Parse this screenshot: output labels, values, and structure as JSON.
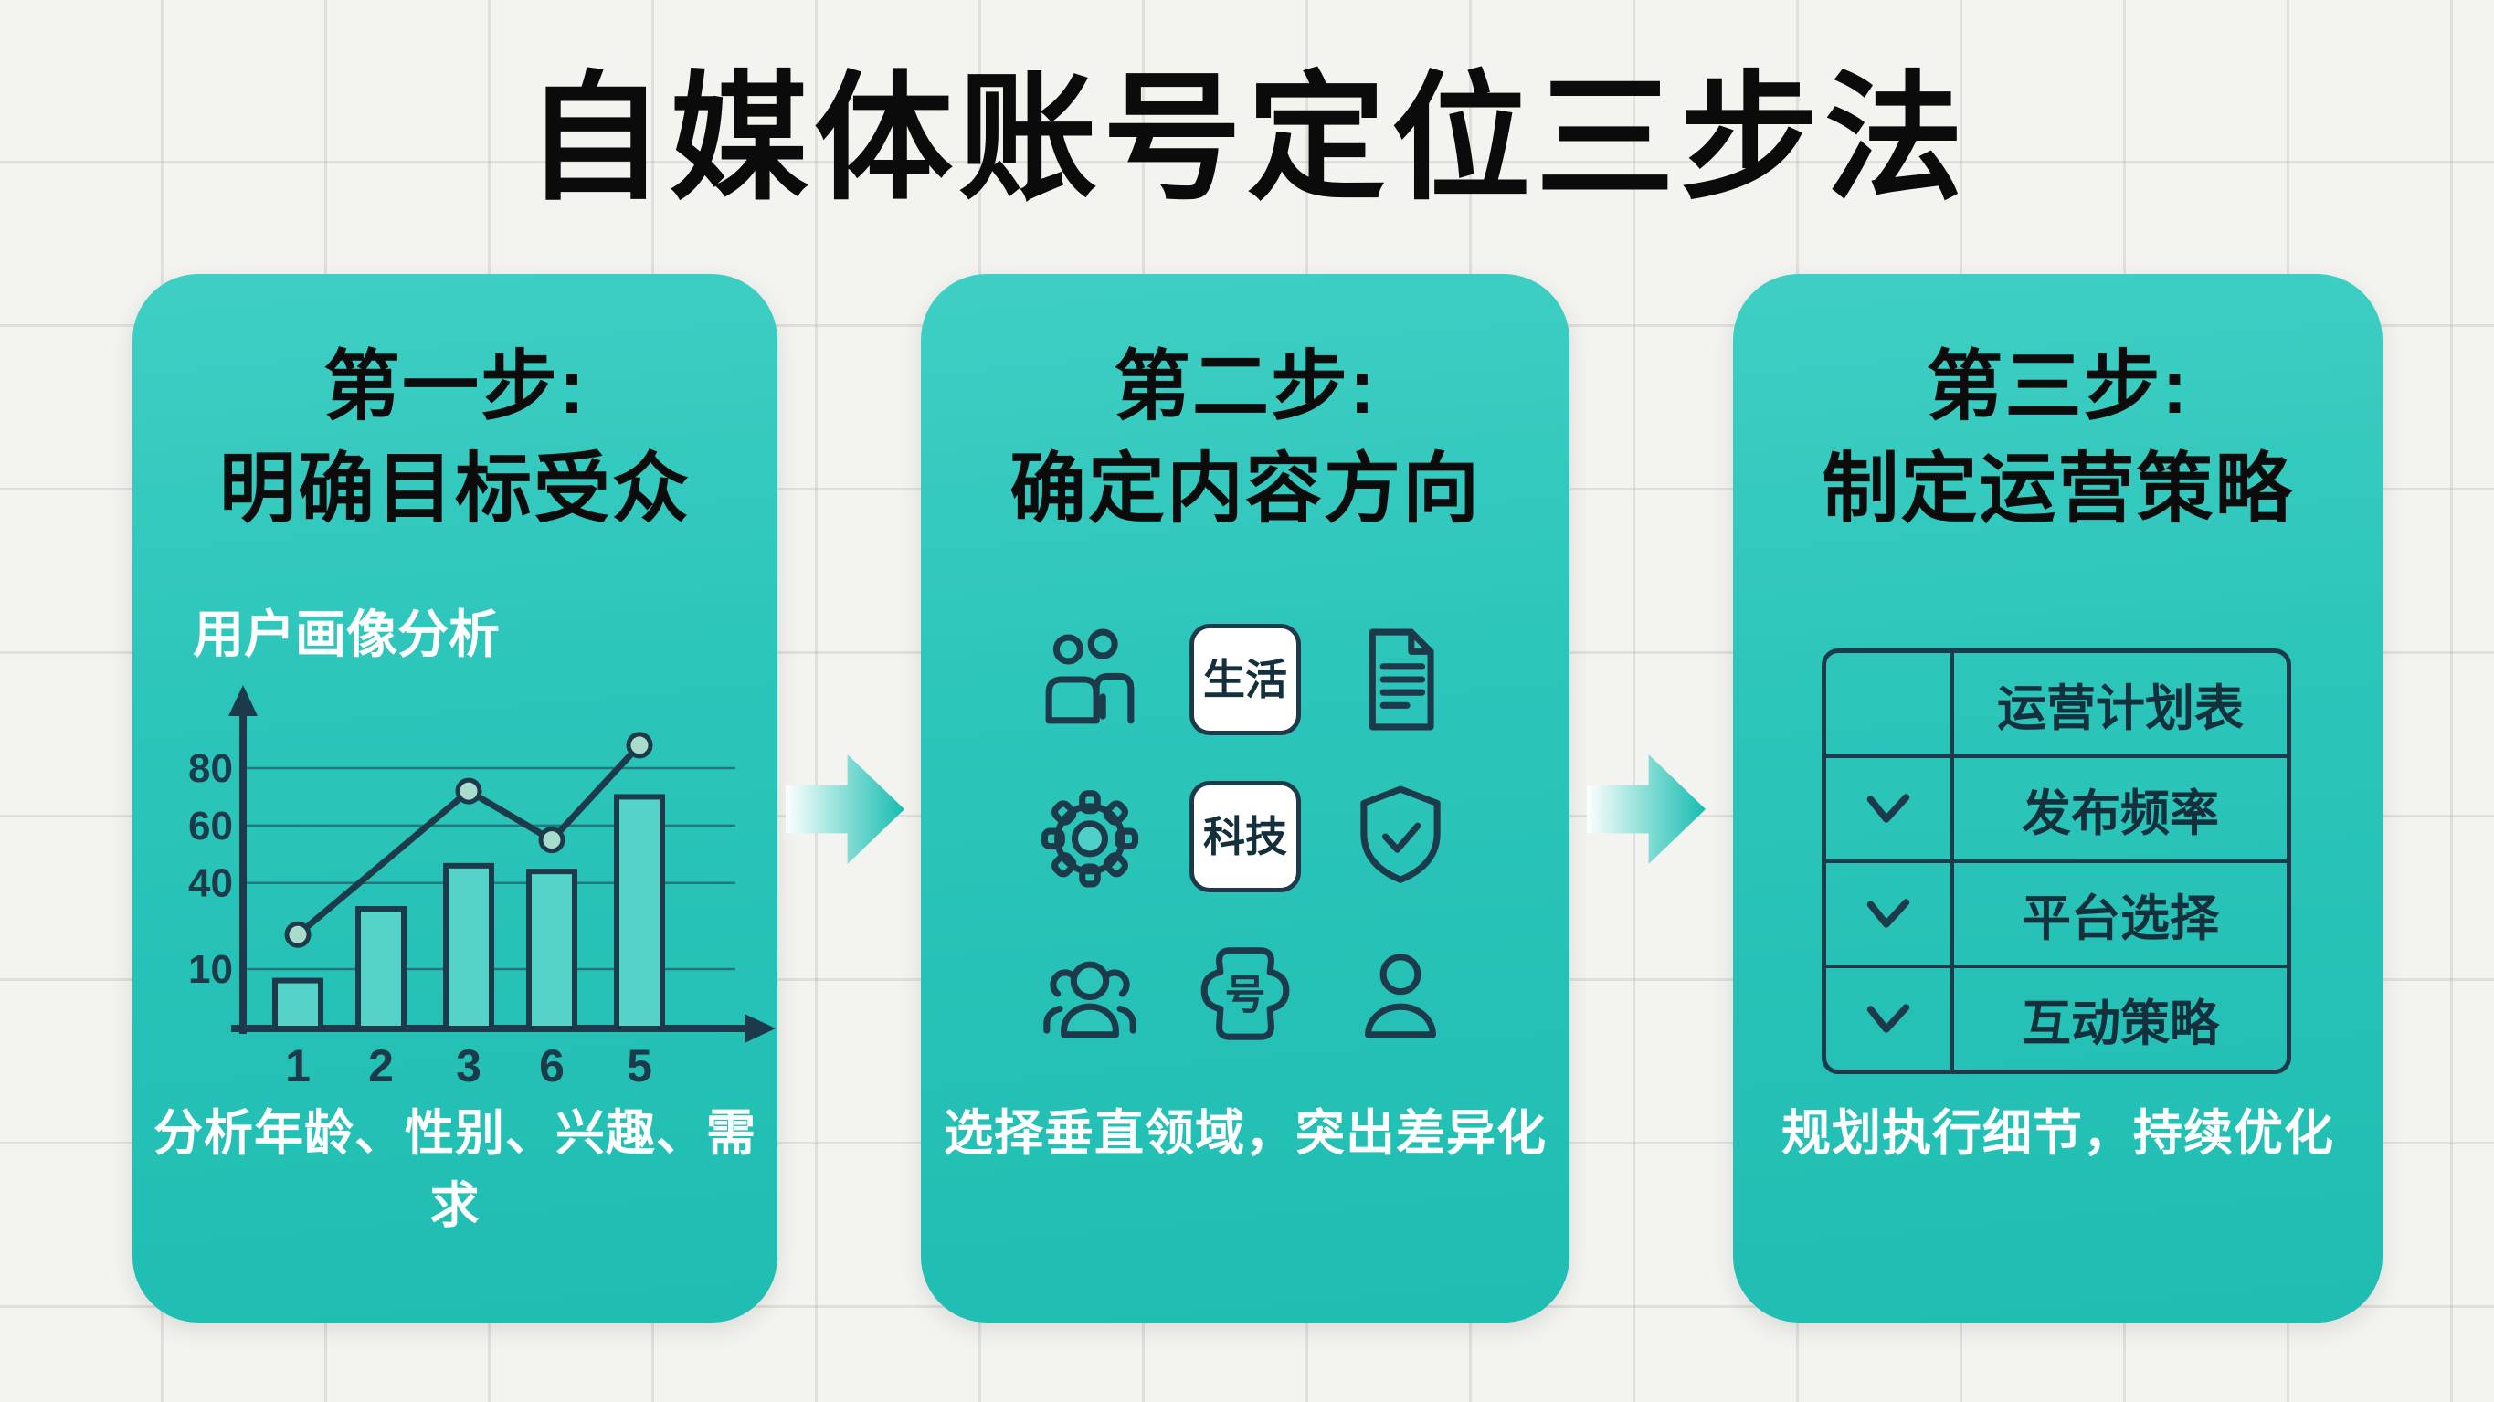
{
  "page": {
    "title": "自媒体账号定位三步法"
  },
  "steps": [
    {
      "heading_line1": "第一步:",
      "heading_line2": "明确目标受众",
      "chart_label": "用户画像分析",
      "caption": "分析年龄、性别、兴趣、需求"
    },
    {
      "heading_line1": "第二步:",
      "heading_line2": "确定内容方向",
      "tags": [
        "生活",
        "科技"
      ],
      "badge_glyph": "号",
      "icons": [
        "two-users-icon",
        "life-tag",
        "document-icon",
        "gear-icon",
        "tech-tag",
        "shield-check-icon",
        "user-group-icon",
        "account-badge-icon",
        "user-icon"
      ],
      "caption": "选择垂直领域，突出差异化"
    },
    {
      "heading_line1": "第三步:",
      "heading_line2": "制定运营策略",
      "table": {
        "title_row": "运营计划表",
        "rows": [
          {
            "check": "check-icon",
            "label": "发布频率"
          },
          {
            "check": "check-icon",
            "label": "平台选择"
          },
          {
            "check": "check-icon",
            "label": "互动策略"
          }
        ]
      },
      "caption": "规划执行细节，持续优化"
    }
  ],
  "chart_data": {
    "type": "bar",
    "title": "用户画像分析",
    "categories": [
      "1",
      "2",
      "3",
      "6",
      "5"
    ],
    "values": [
      6,
      31,
      46,
      44,
      70
    ],
    "series": [
      {
        "name": "bars",
        "type": "bar",
        "values": [
          6,
          31,
          46,
          44,
          70
        ]
      },
      {
        "name": "trend-line",
        "type": "line",
        "x_categories": [
          "1",
          "3",
          "6",
          "5"
        ],
        "x_indices": [
          0,
          2,
          3,
          4
        ],
        "values": [
          22,
          72,
          55,
          88
        ]
      }
    ],
    "ytick_labels": [
      "80",
      "60",
      "40",
      "10"
    ],
    "ytick_values": [
      80,
      60,
      40,
      10
    ],
    "ylim": [
      0,
      95
    ],
    "grid": true,
    "xlabel": "",
    "ylabel": ""
  },
  "colors": {
    "card_teal_top": "#3fcfc4",
    "card_teal_bottom": "#1fbdb2",
    "outline_navy": "#1c3a49",
    "bar_fill": "#55d3c9",
    "dot_fill": "#a9dccc",
    "arrow_teal": "#17bcb1",
    "background": "#f3f3f0",
    "tag_bg": "#ffffff",
    "title_black": "#0b0b0b",
    "white": "#ffffff"
  }
}
